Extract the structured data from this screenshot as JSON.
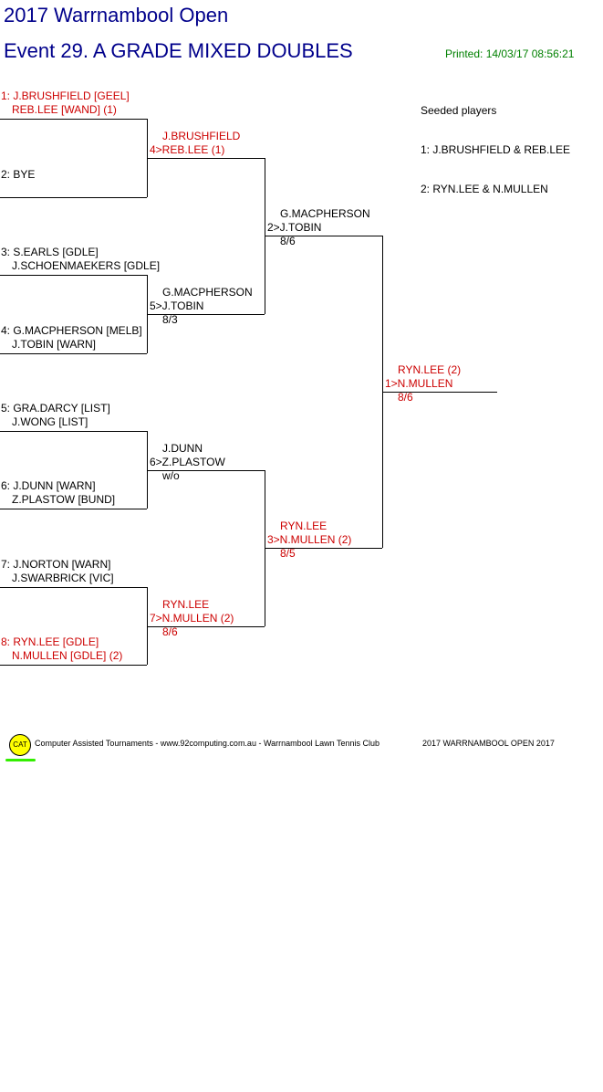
{
  "header": {
    "title": "2017 Warrnambool Open",
    "event": "Event 29. A GRADE MIXED DOUBLES",
    "printed": "Printed: 14/03/17 08:56:21"
  },
  "seeded": {
    "heading": "Seeded players",
    "items": [
      "1: J.BRUSHFIELD & REB.LEE",
      "2: RYN.LEE & N.MULLEN"
    ]
  },
  "round1": [
    {
      "l1": "1: J.BRUSHFIELD [GEEL]",
      "l2": "REB.LEE [WAND] (1)",
      "color": "#cc0000"
    },
    {
      "l1": "2: BYE",
      "l2": "",
      "color": "#000000"
    },
    {
      "l1": "3: S.EARLS [GDLE]",
      "l2": "J.SCHOENMAEKERS [GDLE]",
      "color": "#000000"
    },
    {
      "l1": "4: G.MACPHERSON [MELB]",
      "l2": "J.TOBIN [WARN]",
      "color": "#000000"
    },
    {
      "l1": "5: GRA.DARCY [LIST]",
      "l2": "J.WONG [LIST]",
      "color": "#000000"
    },
    {
      "l1": "6: J.DUNN [WARN]",
      "l2": "Z.PLASTOW [BUND]",
      "color": "#000000"
    },
    {
      "l1": "7: J.NORTON [WARN]",
      "l2": "J.SWARBRICK [VIC]",
      "color": "#000000"
    },
    {
      "l1": "8: RYN.LEE [GDLE]",
      "l2": "N.MULLEN [GDLE] (2)",
      "color": "#cc0000"
    }
  ],
  "round2": [
    {
      "l1": "J.BRUSHFIELD",
      "l2": "4>REB.LEE (1)",
      "score": "",
      "color": "#cc0000"
    },
    {
      "l1": "G.MACPHERSON",
      "l2": "5>J.TOBIN",
      "score": "8/3",
      "color": "#000000"
    },
    {
      "l1": "J.DUNN",
      "l2": "6>Z.PLASTOW",
      "score": "w/o",
      "color": "#000000"
    },
    {
      "l1": "RYN.LEE",
      "l2": "7>N.MULLEN (2)",
      "score": "8/6",
      "color": "#cc0000"
    }
  ],
  "semis": [
    {
      "l1": "G.MACPHERSON",
      "l2": "2>J.TOBIN",
      "score": "8/6",
      "color": "#000000"
    },
    {
      "l1": "RYN.LEE",
      "l2": "3>N.MULLEN (2)",
      "score": "8/5",
      "color": "#cc0000"
    }
  ],
  "final": {
    "l1": "RYN.LEE (2)",
    "l2": "1>N.MULLEN",
    "score": "8/6",
    "color": "#cc0000"
  },
  "footer": {
    "logo": "CAT",
    "credit": "Computer Assisted Tournaments - www.92computing.com.au -  Warrnambool Lawn Tennis Club",
    "event": "2017 WARRNAMBOOL OPEN 2017"
  }
}
